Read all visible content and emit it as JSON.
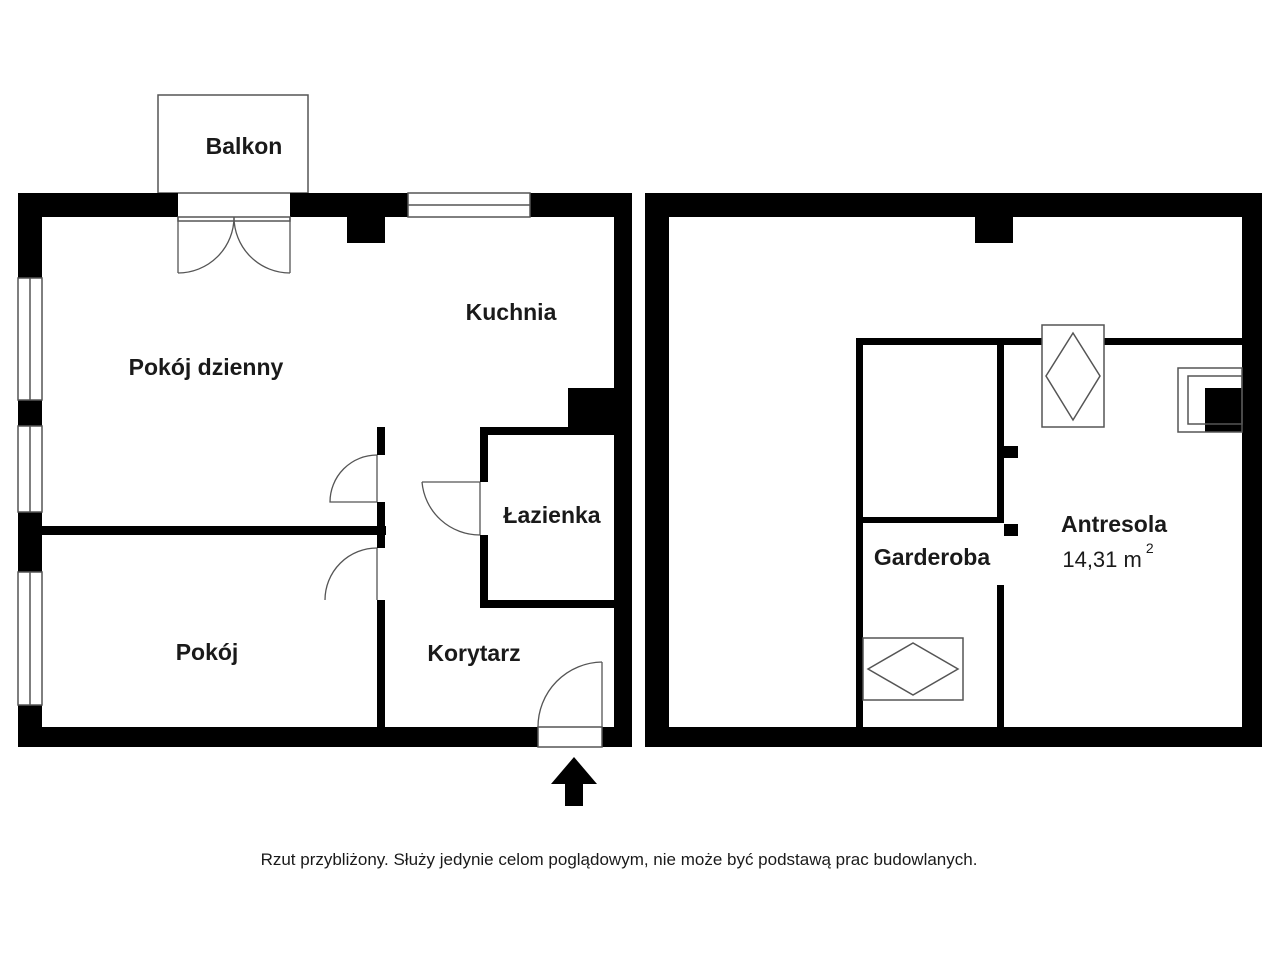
{
  "plan": {
    "rooms": {
      "balkon": "Balkon",
      "kuchnia": "Kuchnia",
      "pokoj_dzienny": "Pokój dzienny",
      "lazienka": "Łazienka",
      "pokoj": "Pokój",
      "korytarz": "Korytarz",
      "antresola": "Antresola",
      "garderoba": "Garderoba"
    },
    "antresola_area": {
      "value": "14,31 m",
      "superscript": "2"
    },
    "disclaimer": "Rzut przybliżony. Służy jedynie celom poglądowym, nie może być podstawą prac budowlanych.",
    "entrance_icon": "arrow-up-icon",
    "colors": {
      "wall": "#000000",
      "outline": "#555555",
      "background": "#ffffff"
    }
  }
}
